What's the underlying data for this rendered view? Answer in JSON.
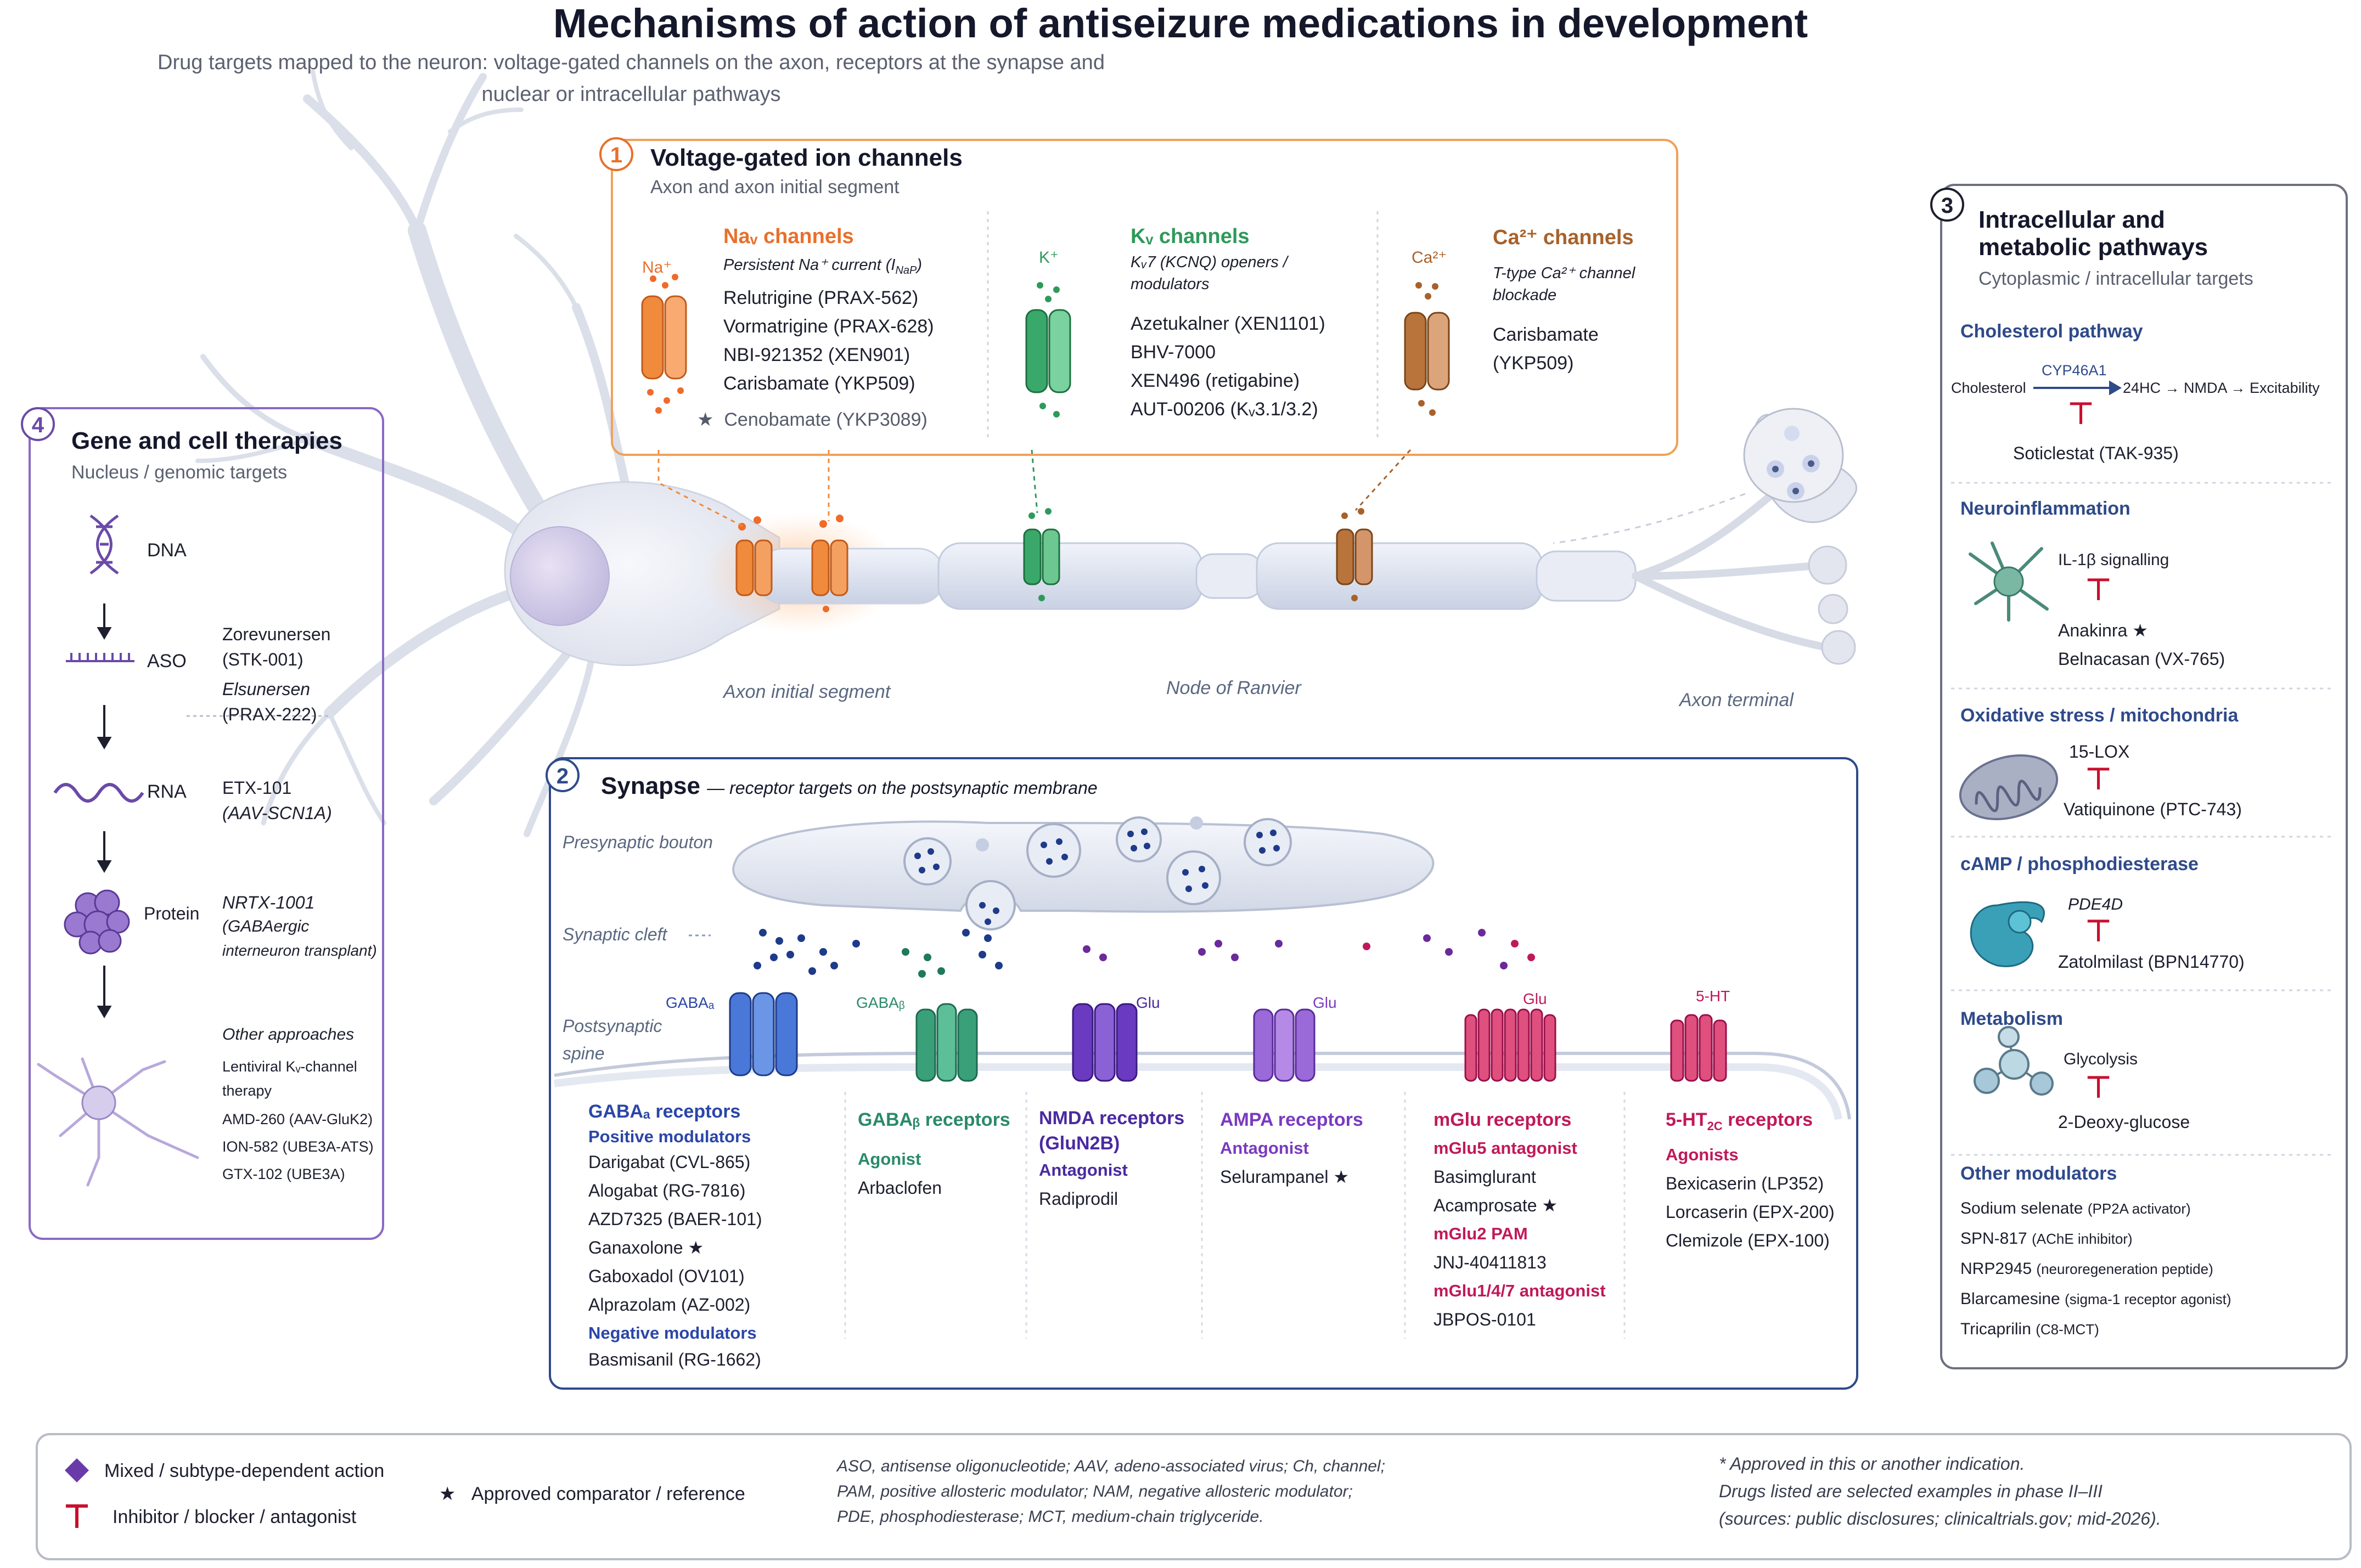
{
  "title": "Mechanisms of action of antiseizure medications in development",
  "subtitle_line1": "Drug targets mapped to the neuron: voltage-gated channels on the axon, receptors at the synapse and",
  "subtitle_line2": "nuclear or intracellular pathways",
  "panel1": {
    "num": "1",
    "title": "Voltage-gated ion channels",
    "subtitle": "Axon and axon initial segment",
    "nav": {
      "ion": "Na⁺",
      "header": "Naᵥ channels",
      "note": "Persistent Na⁺ current (I",
      "note_sub": "NaP",
      "note_end": ")",
      "drugs": [
        "Relutrigine (PRAX-562)",
        "Vormatrigine (PRAX-628)",
        "NBI-921352 (XEN901)",
        "Carisbamate (YKP509)"
      ],
      "comparator": "Cenobamate (YKP3089)"
    },
    "kv": {
      "ion": "K⁺",
      "header": "Kᵥ channels",
      "note1": "Kᵥ7 (KCNQ) openers /",
      "note2": "modulators",
      "drugs": [
        "Azetukalner (XEN1101)",
        "BHV-7000",
        "XEN496 (retigabine)",
        "AUT-00206 (Kᵥ3.1/3.2)"
      ]
    },
    "ca": {
      "ion": "Ca²⁺",
      "header": "Ca²⁺ channels",
      "note1": "T-type Ca²⁺ channel",
      "note2": "blockade",
      "drugs": [
        "Carisbamate",
        "(YKP509)"
      ]
    }
  },
  "neuron_labels": {
    "ais": "Axon initial segment",
    "node": "Node of Ranvier",
    "terminal": "Axon terminal"
  },
  "panel2": {
    "num": "2",
    "title": "Synapse",
    "title_rest": "— receptor targets on the postsynaptic membrane",
    "pre": "Presynaptic bouton",
    "cleft": "Synaptic cleft",
    "post1": "Postsynaptic",
    "post2": "spine",
    "ligands": [
      "GABAₐ",
      "GABAᵦ",
      "Glu",
      "Glu",
      "Glu",
      "5-HT"
    ],
    "gabaa": {
      "header": "GABAₐ receptors",
      "pos": "Positive modulators",
      "drugs": [
        "Darigabat (CVL-865)",
        "Alogabat (RG-7816)",
        "AZD7325 (BAER-101)",
        "Ganaxolone ★",
        "Gaboxadol (OV101)",
        "Alprazolam (AZ-002)"
      ],
      "neg": "Negative modulators",
      "neg_drugs": [
        "Basmisanil (RG-1662)"
      ]
    },
    "gabab": {
      "header": "GABAᵦ receptors",
      "role": "Agonist",
      "drugs": [
        "Arbaclofen"
      ]
    },
    "nmda": {
      "header": "NMDA receptors",
      "header2": "(GluN2B)",
      "role": "Antagonist",
      "drugs": [
        "Radiprodil"
      ]
    },
    "ampa": {
      "header": "AMPA receptors",
      "role": "Antagonist",
      "drugs": [
        "Selurampanel ★"
      ]
    },
    "mglu": {
      "header": "mGlu receptors",
      "role1": "mGlu5 antagonist",
      "drugs1": [
        "Basimglurant",
        "Acamprosate ★"
      ],
      "role2": "mGlu2 PAM",
      "drugs2": [
        "JNJ-40411813"
      ],
      "role3": "mGlu1/4/7 antagonist",
      "drugs3": [
        "JBPOS-0101"
      ]
    },
    "ht": {
      "header": "5-HT",
      "header_sub": "2C",
      "header_end": " receptors",
      "role": "Agonists",
      "drugs": [
        "Bexicaserin (LP352)",
        "Lorcaserin (EPX-200)",
        "Clemizole (EPX-100)"
      ]
    }
  },
  "panel3": {
    "num": "3",
    "title1": "Intracellular and",
    "title2": "metabolic pathways",
    "subtitle": "Cytoplasmic / intracellular targets",
    "chol": {
      "header": "Cholesterol pathway",
      "enzyme": "CYP46A1",
      "from": "Cholesterol",
      "chain": "24HC → NMDA → Excitability",
      "drug": "Soticlestat (TAK-935)"
    },
    "neuro": {
      "header": "Neuroinflammation",
      "target": "IL-1β signalling",
      "drugs": [
        "Anakinra ★",
        "Belnacasan (VX-765)"
      ]
    },
    "ox": {
      "header": "Oxidative stress / mitochondria",
      "target": "15-LOX",
      "drug": "Vatiquinone (PTC-743)"
    },
    "camp": {
      "header": "cAMP / phosphodiesterase",
      "target": "PDE4D",
      "drug": "Zatolmilast (BPN14770)"
    },
    "met": {
      "header": "Metabolism",
      "target": "Glycolysis",
      "drug": "2-Deoxy-glucose"
    },
    "other": {
      "header": "Other modulators",
      "items": [
        [
          "Sodium selenate",
          "(PP2A activator)"
        ],
        [
          "SPN-817",
          "(AChE inhibitor)"
        ],
        [
          "NRP2945",
          "(neuroregeneration peptide)"
        ],
        [
          "Blarcamesine",
          "(sigma-1 receptor agonist)"
        ],
        [
          "Tricaprilin",
          "(C8-MCT)"
        ]
      ]
    }
  },
  "panel4": {
    "num": "4",
    "title": "Gene and cell therapies",
    "subtitle": "Nucleus / genomic targets",
    "steps": [
      "DNA",
      "ASO",
      "RNA",
      "Protein"
    ],
    "aso_drugs": [
      "Zorevunersen",
      "(STK-001)",
      "Elsunersen",
      "(PRAX-222)"
    ],
    "rna_drugs": [
      "ETX-101",
      "(AAV-SCN1A)"
    ],
    "protein_drugs": [
      "NRTX-1001",
      "(GABAergic",
      "interneuron transplant)"
    ],
    "other_header": "Other approaches",
    "other": [
      "Lentiviral Kᵥ-channel",
      "therapy",
      "AMD-260 (AAV-GluK2)",
      "ION-582 (UBE3A-ATS)",
      "GTX-102 (UBE3A)"
    ]
  },
  "legend": {
    "mixed": "Mixed / subtype-dependent action",
    "inhibitor": "Inhibitor / blocker / antagonist",
    "approved": "Approved comparator / reference",
    "abbr": [
      "ASO, antisense oligonucleotide; AAV, adeno-associated virus; Ch, channel;",
      "PAM, positive allosteric modulator; NAM, negative allosteric modulator;",
      "PDE, phosphodiesterase; MCT, medium-chain triglyceride."
    ],
    "notes": [
      "* Approved in this or another indication.",
      "Drugs listed are selected examples in phase II–III",
      "(sources: public disclosures; clinicaltrials.gov; mid-2026)."
    ]
  },
  "colors": {
    "nav": "#e8702a",
    "kv": "#2e9a5a",
    "ca": "#a8612a",
    "gaba_a": "#2b46a8",
    "gaba_b": "#2a8a6a",
    "nmda": "#4a2aa0",
    "ampa": "#7a3ac0",
    "mglu": "#c0195a",
    "ht": "#c0195a",
    "inhibitor": "#c8102e",
    "panel3_headers": "#2f4a8a",
    "panel4": "#6a4aa8"
  }
}
